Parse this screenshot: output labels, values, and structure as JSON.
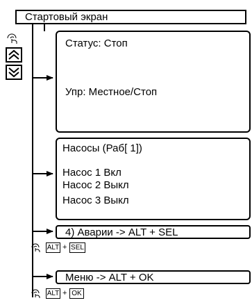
{
  "header": {
    "title": "Стартовый экран"
  },
  "screens": [
    {
      "lines": [
        "Статус:  Стоп",
        "Упр: Местное/Стоп"
      ]
    },
    {
      "lines": [
        "Насосы (Раб[ 1])",
        "Насос  1 Вкл",
        "Насос  2 Выкл",
        "Насос  3 Выкл"
      ]
    }
  ],
  "menu_items": [
    {
      "label": "4) Аварии -> ALT + SEL",
      "keys": [
        "ALT",
        "SEL"
      ]
    },
    {
      "label": "Меню -> ALT + OK",
      "keys": [
        "ALT",
        "OK"
      ]
    }
  ],
  "key_plus": "+",
  "icons": [
    "touch-icon",
    "double-chevron-up-icon",
    "double-chevron-down-icon"
  ]
}
